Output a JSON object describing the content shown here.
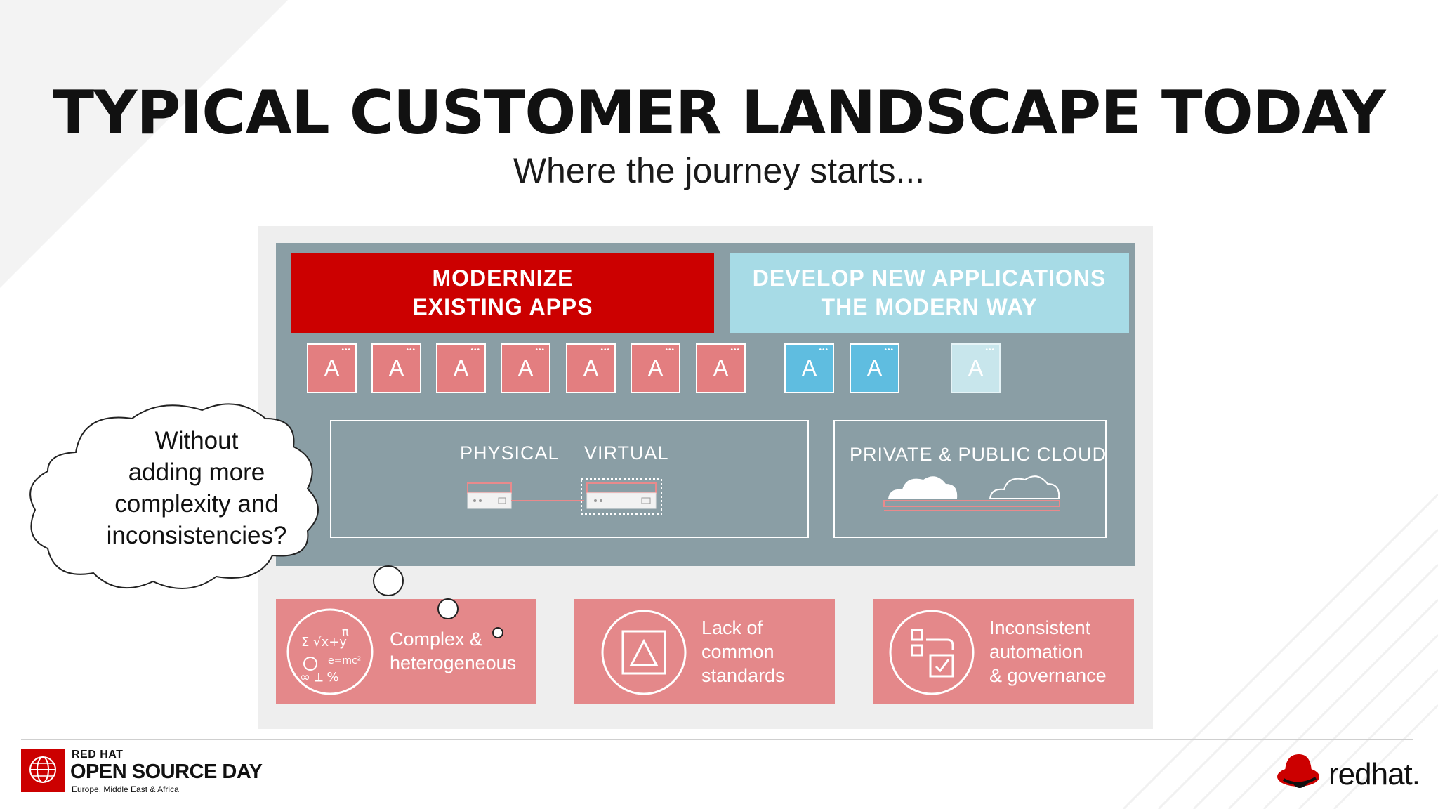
{
  "slide": {
    "title": "TYPICAL CUSTOMER LANDSCAPE TODAY",
    "subtitle": "Where the journey starts..."
  },
  "banners": {
    "modernize": "MODERNIZE\nEXISTING APPS",
    "develop": "DEVELOP NEW APPLICATIONS\nTHE MODERN WAY"
  },
  "apps": {
    "label": "A",
    "red_count": 7,
    "blue_count": 2,
    "pale_count": 1
  },
  "infrastructure": {
    "physical": "PHYSICAL",
    "virtual": "VIRTUAL",
    "cloud": "PRIVATE &  PUBLIC CLOUD"
  },
  "thought_bubble": {
    "text": "Without\nadding more\ncomplexity and\ninconsistencies?"
  },
  "challenges": [
    {
      "text": "Complex &\nheterogeneous",
      "icon": "math-formulas-icon"
    },
    {
      "text": "Lack of\ncommon\nstandards",
      "icon": "triangle-in-square-icon"
    },
    {
      "text": "Inconsistent\nautomation\n& governance",
      "icon": "workflow-checklist-icon"
    }
  ],
  "footer": {
    "event_small": "RED HAT",
    "event_name": "OPEN SOURCE DAY",
    "event_region": "Europe, Middle East & Africa",
    "brand": "redhat."
  },
  "colors": {
    "brand_red": "#cc0000",
    "panel_slate": "#8a9ea5",
    "light_blue": "#a7dbe6",
    "app_red": "#e37e80",
    "app_blue": "#5fbde0",
    "card_pink": "#e4888a"
  }
}
